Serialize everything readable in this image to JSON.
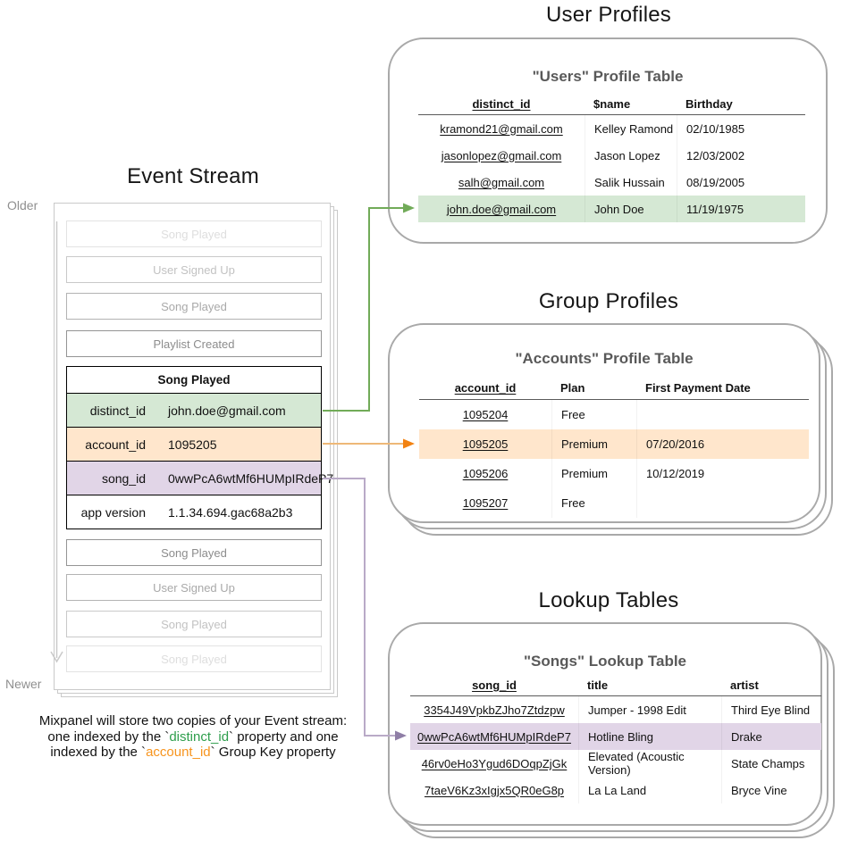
{
  "colors": {
    "highlight_green": "#d5e8d4",
    "highlight_orange": "#ffe6cc",
    "highlight_purple": "#e1d5e7",
    "arrow_green": "#71ab58",
    "arrow_orange_line": "#eeb877",
    "arrow_orange_head": "#f28211",
    "arrow_purple_line": "#b9aac7",
    "arrow_purple_head": "#8f7ea6",
    "caption_green": "#2e9e4c",
    "caption_orange": "#f7941d"
  },
  "event_stream": {
    "title": "Event Stream",
    "older_label": "Older",
    "newer_label": "Newer",
    "events_before": [
      "Song Played",
      "User Signed Up",
      "Song Played",
      "Playlist Created"
    ],
    "expanded_event": {
      "title": "Song Played",
      "properties": [
        {
          "key": "distinct_id",
          "value": "john.doe@gmail.com"
        },
        {
          "key": "account_id",
          "value": "1095205"
        },
        {
          "key": "song_id",
          "value": "0wwPcA6wtMf6HUMpIRdeP7"
        },
        {
          "key": "app version",
          "value": "1.1.34.694.gac68a2b3"
        }
      ]
    },
    "events_after": [
      "Song Played",
      "User Signed Up",
      "Song Played",
      "Song Played"
    ]
  },
  "caption": {
    "line1": "Mixpanel will store two copies of your Event stream:",
    "line2_pre": "one indexed by the `",
    "line2_key": "distinct_id",
    "line2_post": "` property and one",
    "line3_pre": "indexed by the `",
    "line3_key": "account_id",
    "line3_post": "` Group Key property"
  },
  "user_profiles": {
    "section_title": "User Profiles",
    "table_title": "\"Users\" Profile Table",
    "columns": [
      "distinct_id",
      "$name",
      "Birthday"
    ],
    "rows": [
      {
        "id": "kramond21@gmail.com",
        "name": "Kelley Ramond",
        "birthday": "02/10/1985"
      },
      {
        "id": "jasonlopez@gmail.com",
        "name": "Jason Lopez",
        "birthday": "12/03/2002"
      },
      {
        "id": "salh@gmail.com",
        "name": "Salik Hussain",
        "birthday": "08/19/2005"
      },
      {
        "id": "john.doe@gmail.com",
        "name": "John Doe",
        "birthday": "11/19/1975"
      }
    ]
  },
  "group_profiles": {
    "section_title": "Group Profiles",
    "table_title": "\"Accounts\" Profile Table",
    "columns": [
      "account_id",
      "Plan",
      "First Payment Date"
    ],
    "rows": [
      {
        "id": "1095204",
        "plan": "Free",
        "first_payment": ""
      },
      {
        "id": "1095205",
        "plan": "Premium",
        "first_payment": "07/20/2016"
      },
      {
        "id": "1095206",
        "plan": "Premium",
        "first_payment": "10/12/2019"
      },
      {
        "id": "1095207",
        "plan": "Free",
        "first_payment": ""
      }
    ]
  },
  "lookup_tables": {
    "section_title": "Lookup Tables",
    "table_title": "\"Songs\" Lookup Table",
    "columns": [
      "song_id",
      "title",
      "artist"
    ],
    "rows": [
      {
        "id": "3354J49VpkbZJho7Ztdzpw",
        "title": "Jumper - 1998 Edit",
        "artist": "Third Eye Blind"
      },
      {
        "id": "0wwPcA6wtMf6HUMpIRdeP7",
        "title": "Hotline Bling",
        "artist": "Drake"
      },
      {
        "id": "46rv0eHo3Ygud6DOqpZjGk",
        "title": "Elevated (Acoustic Version)",
        "artist": "State Champs"
      },
      {
        "id": "7taeV6Kz3xIgjx5QR0eG8p",
        "title": "La La Land",
        "artist": "Bryce Vine"
      }
    ]
  }
}
